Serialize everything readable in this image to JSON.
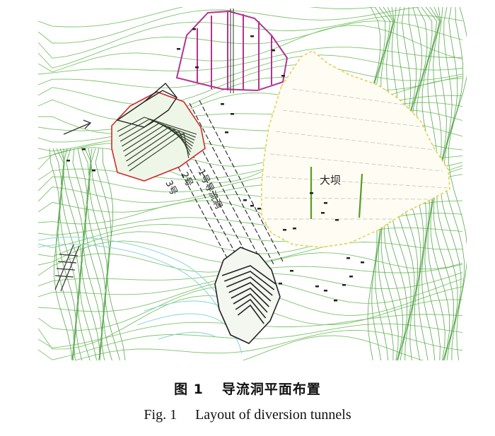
{
  "figure": {
    "caption_cn_num": "图 1",
    "caption_cn_title": "导流洞平面布置",
    "caption_en_num": "Fig. 1",
    "caption_en_title": "Layout of diversion tunnels"
  },
  "map": {
    "dam_label": "大坝",
    "tunnel_1_label": "1号导流洞",
    "tunnel_2_label": "2号",
    "tunnel_3_label": "3号",
    "colors": {
      "contour": "#7cc46a",
      "dense_contour": "#5aa84e",
      "tunnel": "#222222",
      "intake_outline": "#d22828",
      "pink_structure": "#b5338f",
      "dam_outline": "#e6cf4a",
      "river": "#8fd6d6"
    }
  }
}
